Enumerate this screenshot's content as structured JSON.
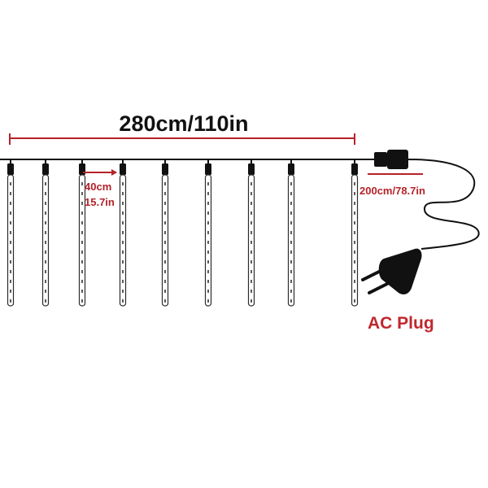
{
  "labels": {
    "total_length": "280cm/110in",
    "spacing_cm": "40cm",
    "spacing_in": "15.7in",
    "cable_length": "200cm/78.7in",
    "plug": "AC Plug"
  },
  "tube_count": 9,
  "colors": {
    "title_text": "#111111",
    "dimension": "#b5232a",
    "plug_text": "#c0272d",
    "wire": "#111111",
    "tube_outline": "#2b2b2b"
  }
}
